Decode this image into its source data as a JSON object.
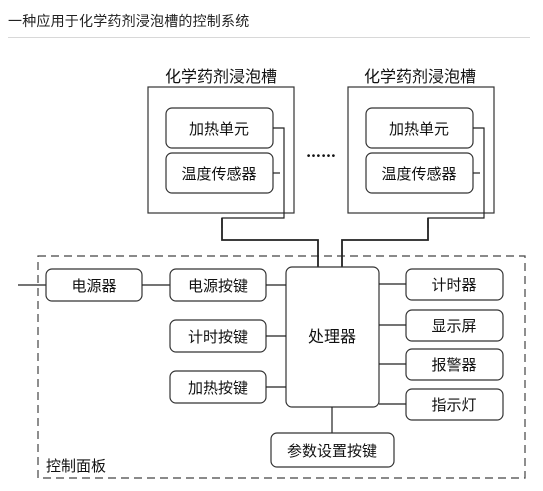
{
  "header": {
    "title": "一种应用于化学药剂浸泡槽的控制系统"
  },
  "tank_left": {
    "label": "化学药剂浸泡槽",
    "heating": "加热单元",
    "sensor": "温度传感器"
  },
  "tank_right": {
    "label": "化学药剂浸泡槽",
    "heating": "加热单元",
    "sensor": "温度传感器"
  },
  "ellipsis": "……",
  "panel": {
    "label": "控制面板",
    "power_supply": "电源器",
    "power_key": "电源按键",
    "timer_key": "计时按键",
    "heating_key": "加热按键",
    "processor": "处理器",
    "timer": "计时器",
    "display": "显示屏",
    "alarm": "报警器",
    "indicator": "指示灯",
    "param_key": "参数设置按键"
  }
}
